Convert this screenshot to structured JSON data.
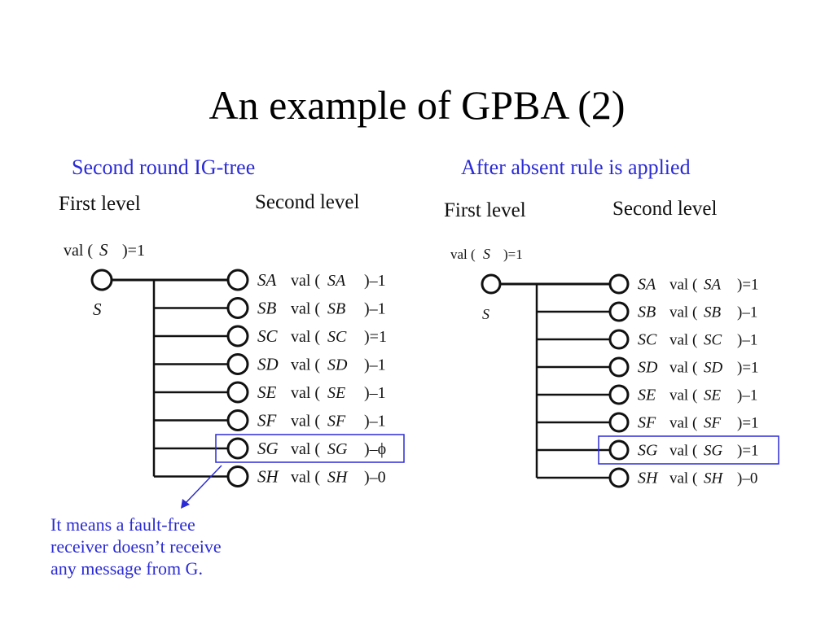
{
  "title": "An example of GPBA (2)",
  "left_caption": "Second round IG-tree",
  "right_caption": "After absent rule is applied",
  "annotation": [
    "It means a fault-free",
    "receiver doesn’t receive",
    "any message from G."
  ],
  "tree_labels": {
    "first_level": "First level",
    "second_level": "Second level",
    "val_prefix": "val (",
    "root_name": "S",
    "root_value": ")=1"
  },
  "left_tree": {
    "children": [
      {
        "name": "SA",
        "value": ")–1"
      },
      {
        "name": "SB",
        "value": ")–1"
      },
      {
        "name": "SC",
        "value": ")=1"
      },
      {
        "name": "SD",
        "value": ")–1"
      },
      {
        "name": "SE",
        "value": ")–1"
      },
      {
        "name": "SF",
        "value": ")–1"
      },
      {
        "name": "SG",
        "value": ")–ϕ"
      },
      {
        "name": "SH",
        "value": ")–0"
      }
    ]
  },
  "right_tree": {
    "children": [
      {
        "name": "SA",
        "value": ")=1"
      },
      {
        "name": "SB",
        "value": ")–1"
      },
      {
        "name": "SC",
        "value": ")–1"
      },
      {
        "name": "SD",
        "value": ")=1"
      },
      {
        "name": "SE",
        "value": ")–1"
      },
      {
        "name": "SF",
        "value": ")=1"
      },
      {
        "name": "SG",
        "value": ")=1"
      },
      {
        "name": "SH",
        "value": ")–0"
      }
    ]
  },
  "highlight_color": "#2b2bd6"
}
